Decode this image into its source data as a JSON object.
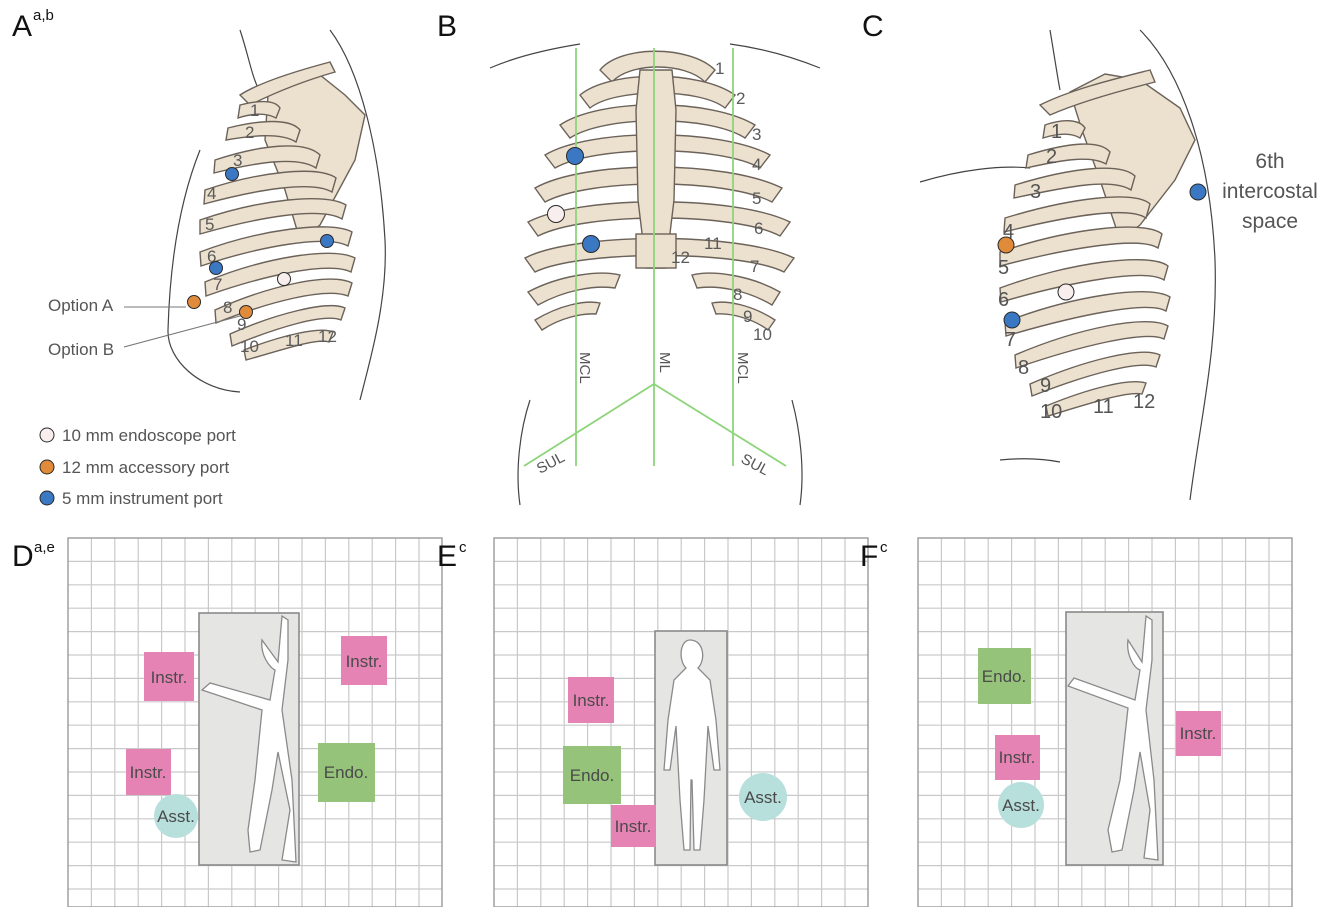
{
  "panels": {
    "A": {
      "letter": "A",
      "sup": "a,b"
    },
    "B": {
      "letter": "B",
      "sup": ""
    },
    "C": {
      "letter": "C",
      "sup": ""
    },
    "D": {
      "letter": "D",
      "sup": "a,e"
    },
    "E": {
      "letter": "E",
      "sup": "c"
    },
    "F": {
      "letter": "F",
      "sup": "c"
    }
  },
  "panelA": {
    "options": [
      "Option A",
      "Option B"
    ],
    "rib_numbers": [
      "1",
      "2",
      "3",
      "4",
      "5",
      "6",
      "7",
      "8",
      "9",
      "10",
      "11",
      "12"
    ]
  },
  "panelB": {
    "guides": [
      "MCL",
      "ML",
      "MCL",
      "SUL",
      "SUL"
    ],
    "rib_numbers": [
      "1",
      "2",
      "3",
      "4",
      "5",
      "6",
      "7",
      "8",
      "9",
      "10",
      "11",
      "12"
    ]
  },
  "panelC": {
    "annotation": [
      "6th",
      "intercostal",
      "space"
    ],
    "rib_numbers": [
      "1",
      "2",
      "3",
      "4",
      "5",
      "6",
      "7",
      "8",
      "9",
      "10",
      "11",
      "12"
    ]
  },
  "legend": [
    {
      "label": "10 mm endoscope port",
      "color": "#f8eeee"
    },
    {
      "label": "12 mm accessory port",
      "color": "#e08b3a"
    },
    {
      "label": "5 mm instrument port",
      "color": "#3b78c4"
    }
  ],
  "colors": {
    "endoscope": "#f8eeee",
    "accessory": "#e08b3a",
    "instrument": "#3b78c4",
    "guide": "#8dd47a",
    "instr_box": "#e584b4",
    "endo_box": "#95c379",
    "asst_circle": "#b7dfdc"
  },
  "boxes": {
    "instr": "Instr.",
    "endo": "Endo.",
    "asst": "Asst."
  }
}
